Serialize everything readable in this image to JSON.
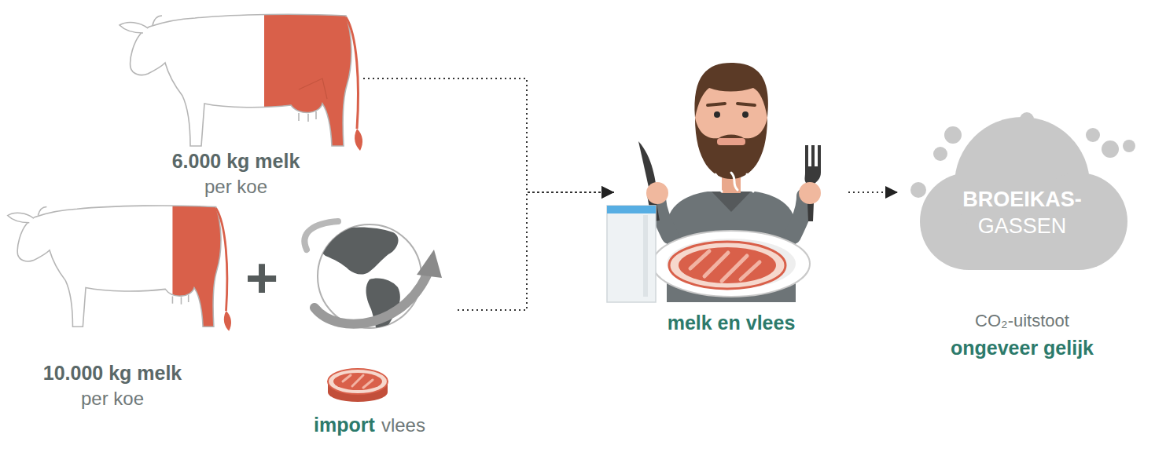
{
  "diagram": {
    "nodes": [
      {
        "text": [
          "6.000 kg melk",
          "per koe"
        ]
      },
      {
        "text": [
          "10.000 kg melk",
          "per koe"
        ]
      },
      {
        "text": [
          "import",
          "vlees"
        ]
      },
      {
        "text": [
          "melk en vlees"
        ]
      },
      {
        "text": [
          "BROEIKAS-",
          "GASSEN",
          "CO₂-uitstoot",
          "ongeveer gelijk"
        ]
      }
    ],
    "edges": [
      {
        "from": 0,
        "to": 3,
        "arrow": "to"
      },
      {
        "from": 2,
        "to": 3,
        "arrow": "to"
      },
      {
        "from": 3,
        "to": 4,
        "arrow": "to"
      }
    ],
    "labels": [
      "+"
    ]
  }
}
